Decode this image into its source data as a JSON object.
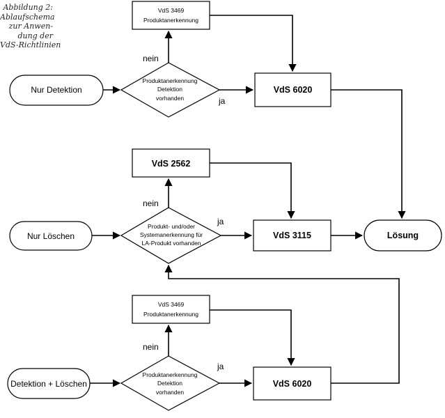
{
  "caption": {
    "lines": [
      "Abbildung 2:",
      "Ablaufschema",
      "zur Anwen-",
      "dung der",
      "VdS-Richtlinien"
    ]
  },
  "starts": {
    "detection": "Nur Detektion",
    "extinguishing": "Nur Löschen",
    "both": "Detektion + Löschen"
  },
  "decisions": {
    "d1": [
      "Produktanerkennung",
      "Detektion",
      "vorhanden"
    ],
    "d2": [
      "Produkt- und/oder",
      "Systemanerkennung für",
      "LA-Produkt vorhanden"
    ],
    "d3": [
      "Produktanerkennung",
      "Detektion",
      "vorhanden"
    ]
  },
  "boxes": {
    "vds3469_top": [
      "VdS 3469",
      "Produktanerkennung"
    ],
    "vds6020_top": "VdS 6020",
    "vds2562": "VdS 2562",
    "vds3115": "VdS 3115",
    "vds3469_bottom": [
      "VdS 3469",
      "Produktanerkennung"
    ],
    "vds6020_bottom": "VdS 6020"
  },
  "end": "Lösung",
  "labels": {
    "no": "nein",
    "yes": "ja"
  }
}
